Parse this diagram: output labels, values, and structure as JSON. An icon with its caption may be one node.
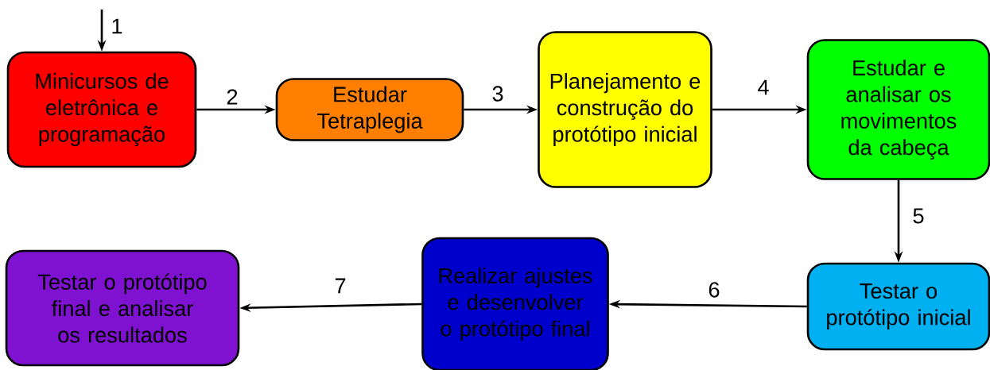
{
  "diagram": {
    "nodes": [
      {
        "text": [
          "Minicursos de eletrônica e programação"
        ]
      },
      {
        "text": [
          "Estudar Tetraplegia"
        ]
      },
      {
        "text": [
          "Planejamento e construção do protótipo inicial"
        ]
      },
      {
        "text": [
          "Estudar e analisar os movimentos da cabeça"
        ]
      },
      {
        "text": [
          "Testar o protótipo inicial"
        ]
      },
      {
        "text": [
          "Realizar ajustes e desenvolver o protótipo final"
        ]
      },
      {
        "text": [
          "Testar o protótipo final e analisar os resultados"
        ]
      }
    ],
    "edges": [
      {
        "from": null,
        "to": 0,
        "arrow": "to",
        "label": "1"
      },
      {
        "from": 0,
        "to": 1,
        "arrow": "to",
        "label": "2"
      },
      {
        "from": 1,
        "to": 2,
        "arrow": "to",
        "label": "3"
      },
      {
        "from": 2,
        "to": 3,
        "arrow": "to",
        "label": "4"
      },
      {
        "from": 3,
        "to": 4,
        "arrow": "to",
        "label": "5"
      },
      {
        "from": 4,
        "to": 5,
        "arrow": "to",
        "label": "6"
      },
      {
        "from": 5,
        "to": 6,
        "arrow": "to",
        "label": "7"
      }
    ]
  }
}
